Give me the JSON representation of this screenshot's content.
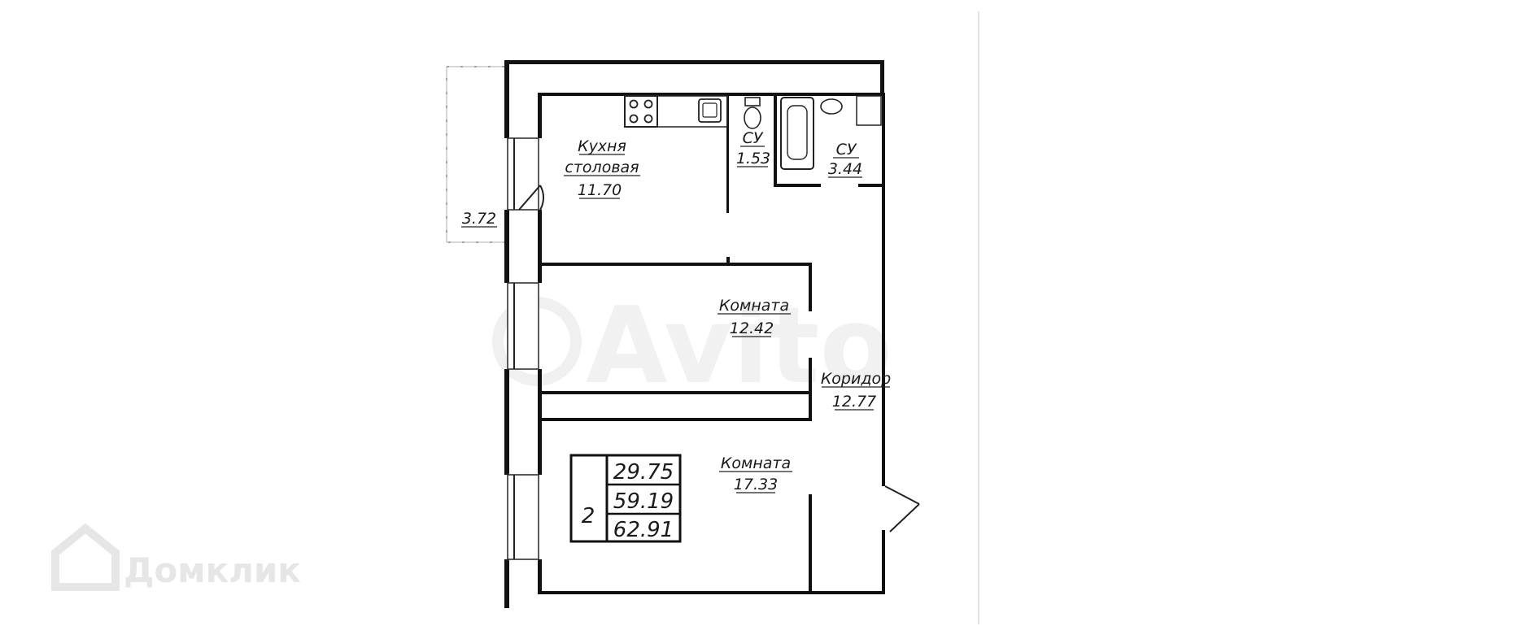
{
  "rooms": {
    "kitchen": {
      "name_line1": "Кухня",
      "name_line2": "столовая",
      "area": "11.70"
    },
    "wc_small": {
      "name": "СУ",
      "area": "1.53"
    },
    "wc_large": {
      "name": "СУ",
      "area": "3.44"
    },
    "balcony": {
      "area": "3.72"
    },
    "room1": {
      "name": "Комната",
      "area": "12.42"
    },
    "corridor": {
      "name": "Коридор",
      "area": "12.77"
    },
    "room2": {
      "name": "Комната",
      "area": "17.33"
    }
  },
  "summary": {
    "room_count": "2",
    "living_area": "29.75",
    "total_area": "59.19",
    "total_with_balcony": "62.91"
  },
  "watermarks": {
    "domclick": "Домклик",
    "avito": "Avito"
  }
}
